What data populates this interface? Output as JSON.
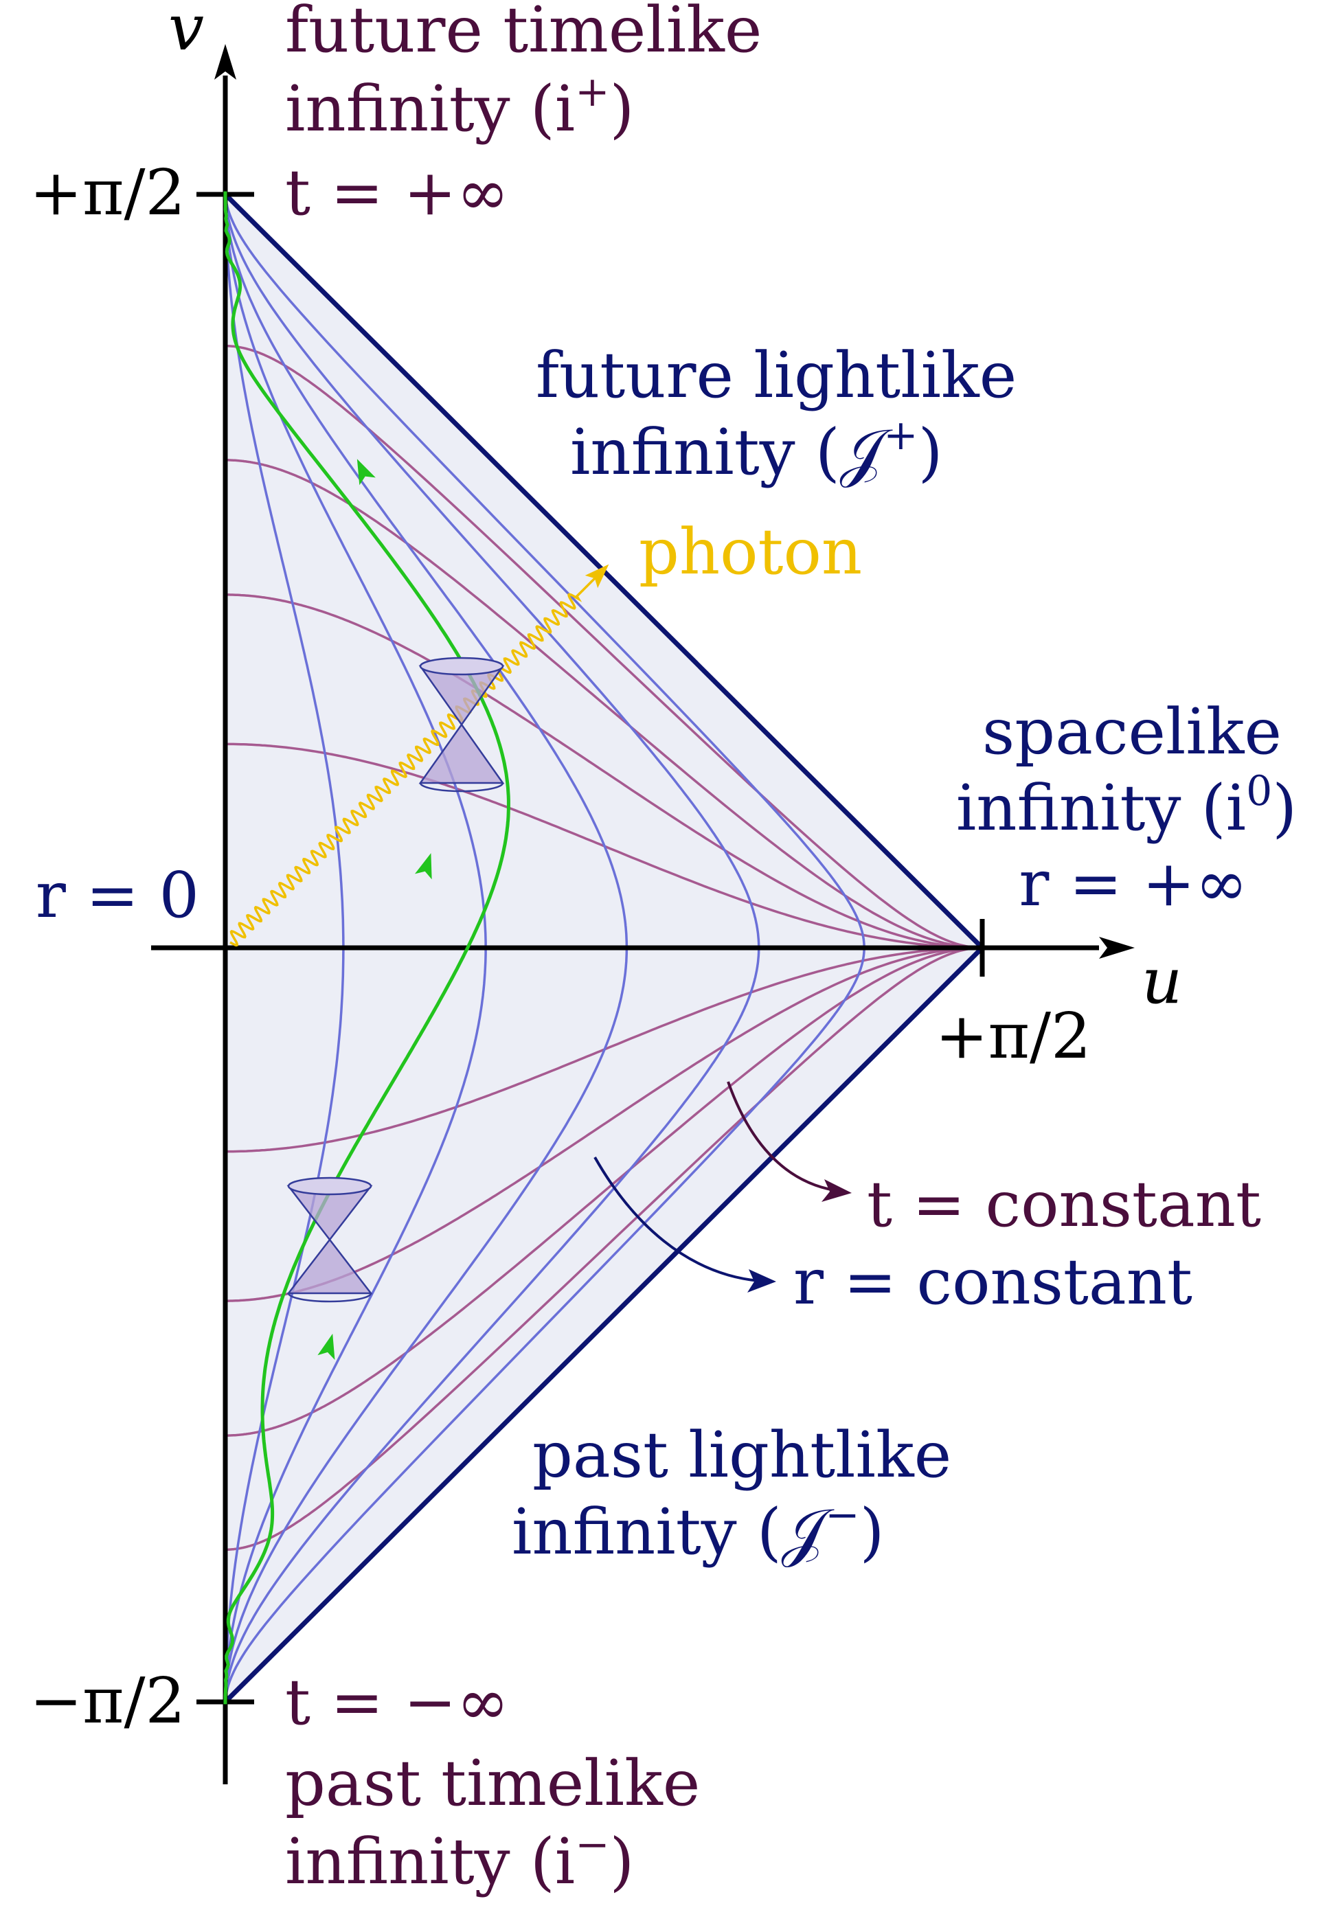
{
  "axes": {
    "v_label": "v",
    "u_label": "u",
    "v_top_tick": "+π/2",
    "v_bottom_tick": "−π/2",
    "u_right_tick": "+π/2"
  },
  "labels": {
    "future_timelike": {
      "line1": "future timelike",
      "line2": "infinity (i",
      "sup": "+",
      "close": ")",
      "t": "t = +∞"
    },
    "future_lightlike": {
      "line1": "future lightlike",
      "line2": "infinity (𝒥",
      "sup": "+",
      "close": ")"
    },
    "photon": "photon",
    "spacelike": {
      "line1": "spacelike",
      "line2": "infinity (i",
      "sup": "0",
      "close": ")",
      "r": "r = +∞"
    },
    "r_zero": "r = 0",
    "t_constant": "t = constant",
    "r_constant": "r = constant",
    "past_lightlike": {
      "line1": "past lightlike",
      "line2": "infinity (𝒥",
      "sup": "−",
      "close": ")"
    },
    "past_timelike": {
      "t": "t = −∞",
      "line1": "past timelike",
      "line2": "infinity (i",
      "sup": "−",
      "close": ")"
    }
  },
  "colors": {
    "axis": "#000000",
    "boundary": "#0c1470",
    "fill": "#eceef6",
    "r_const_curves": "#6a70d8",
    "t_const_curves": "#a65a90",
    "worldline": "#22c41e",
    "photon": "#f0c000",
    "timelike_text": "#4a0e3c",
    "lightlike_text": "#0c1470",
    "photon_text": "#f0c000",
    "cone_fill": "#b7a4d6",
    "cone_stroke": "#343c9a"
  }
}
